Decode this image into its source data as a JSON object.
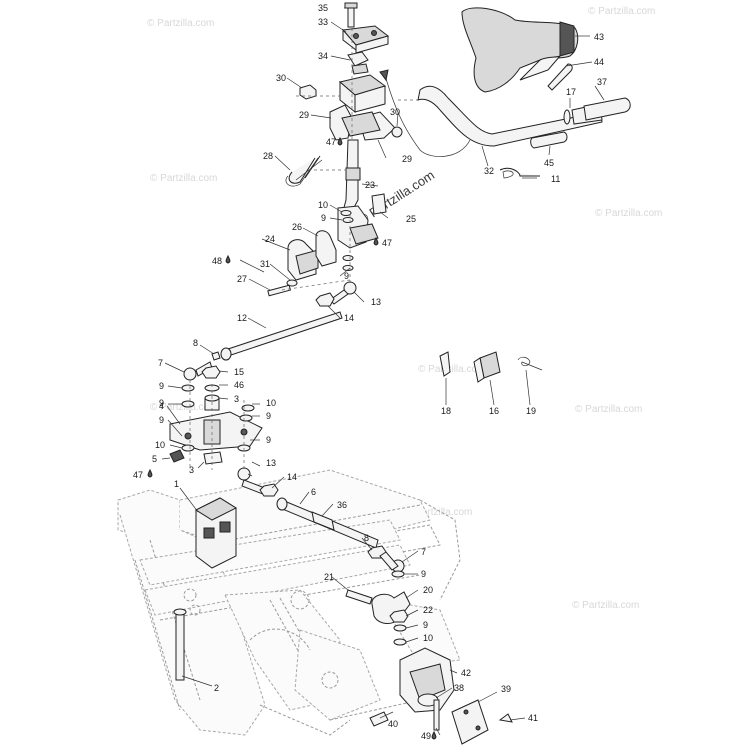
{
  "watermark": {
    "text": "© Partzilla.com",
    "center_text": "© Partzilla.com"
  },
  "callouts": {
    "c35": "35",
    "c33": "33",
    "c34": "34",
    "c30a": "30",
    "c29a": "29",
    "c30b": "30",
    "c47a": "47",
    "c29b": "29",
    "c28": "28",
    "c23": "23",
    "c10a": "10",
    "c9a": "9",
    "c25": "25",
    "c47b": "47",
    "c24": "24",
    "c26": "26",
    "c48": "48",
    "c31": "31",
    "c9b": "9",
    "c27": "27",
    "c13a": "13",
    "c14a": "14",
    "c12": "12",
    "c43": "43",
    "c44": "44",
    "c37": "37",
    "c17": "17",
    "c32": "32",
    "c45": "45",
    "c11": "11",
    "c8a": "8",
    "c7a": "7",
    "c15": "15",
    "c9c": "9",
    "c46": "46",
    "c9d": "9",
    "c3a": "3",
    "c10b": "10",
    "c4": "4",
    "c9e": "9",
    "c9f": "9",
    "c10c": "10",
    "c9g": "9",
    "c5": "5",
    "c3b": "3",
    "c13b": "13",
    "c47c": "47",
    "c14b": "14",
    "c1": "1",
    "c6": "6",
    "c36": "36",
    "c8b": "8",
    "c7b": "7",
    "c21": "21",
    "c9h": "9",
    "c20": "20",
    "c22": "22",
    "c9i": "9",
    "c10d": "10",
    "c42": "42",
    "c2": "2",
    "c38": "38",
    "c39": "39",
    "c40": "40",
    "c41": "41",
    "c49": "49",
    "c18": "18",
    "c16": "16",
    "c19": "19"
  },
  "colors": {
    "line": "#222222",
    "frame": "#9a9a9a",
    "watermark": "#d8d8d8",
    "background": "#ffffff"
  }
}
